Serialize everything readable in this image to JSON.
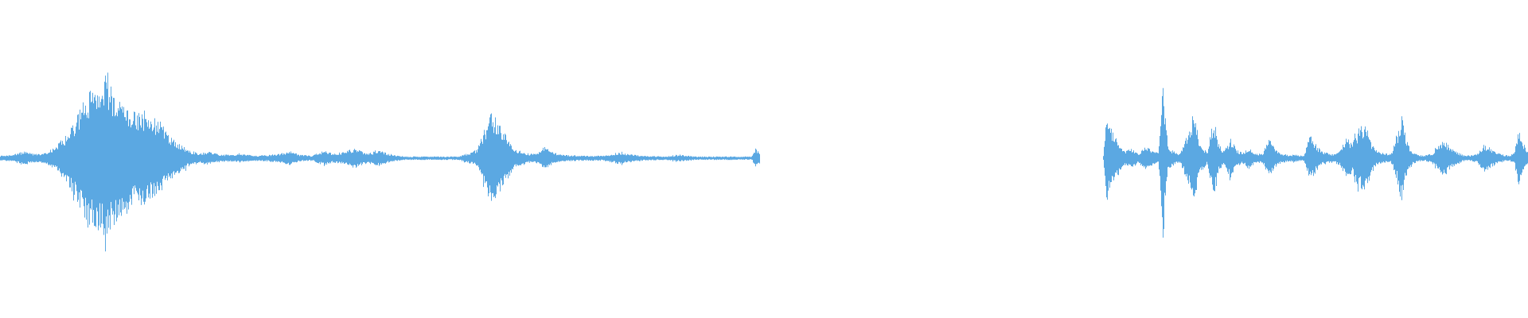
{
  "waveform": {
    "color": "#5ba8e2",
    "background": "#ffffff",
    "segments": [
      {
        "start": 0.0,
        "end": 0.497,
        "envelope": [
          [
            0.0,
            0.03
          ],
          [
            0.008,
            0.04
          ],
          [
            0.015,
            0.08
          ],
          [
            0.022,
            0.05
          ],
          [
            0.03,
            0.06
          ],
          [
            0.036,
            0.14
          ],
          [
            0.042,
            0.25
          ],
          [
            0.048,
            0.42
          ],
          [
            0.053,
            0.6
          ],
          [
            0.058,
            0.78
          ],
          [
            0.062,
            0.82
          ],
          [
            0.066,
            0.88
          ],
          [
            0.07,
            1.0
          ],
          [
            0.074,
            0.82
          ],
          [
            0.078,
            0.66
          ],
          [
            0.082,
            0.7
          ],
          [
            0.086,
            0.58
          ],
          [
            0.09,
            0.52
          ],
          [
            0.094,
            0.55
          ],
          [
            0.098,
            0.5
          ],
          [
            0.103,
            0.46
          ],
          [
            0.108,
            0.34
          ],
          [
            0.113,
            0.22
          ],
          [
            0.118,
            0.16
          ],
          [
            0.124,
            0.09
          ],
          [
            0.13,
            0.06
          ],
          [
            0.136,
            0.08
          ],
          [
            0.142,
            0.05
          ],
          [
            0.15,
            0.04
          ],
          [
            0.158,
            0.05
          ],
          [
            0.166,
            0.03
          ],
          [
            0.175,
            0.04
          ],
          [
            0.182,
            0.05
          ],
          [
            0.19,
            0.08
          ],
          [
            0.196,
            0.04
          ],
          [
            0.204,
            0.03
          ],
          [
            0.212,
            0.09
          ],
          [
            0.218,
            0.05
          ],
          [
            0.226,
            0.08
          ],
          [
            0.232,
            0.12
          ],
          [
            0.24,
            0.06
          ],
          [
            0.248,
            0.09
          ],
          [
            0.256,
            0.04
          ],
          [
            0.265,
            0.02
          ],
          [
            0.28,
            0.02
          ],
          [
            0.3,
            0.02
          ],
          [
            0.312,
            0.1
          ],
          [
            0.318,
            0.4
          ],
          [
            0.322,
            0.55
          ],
          [
            0.326,
            0.42
          ],
          [
            0.33,
            0.3
          ],
          [
            0.334,
            0.18
          ],
          [
            0.338,
            0.1
          ],
          [
            0.344,
            0.06
          ],
          [
            0.35,
            0.05
          ],
          [
            0.356,
            0.14
          ],
          [
            0.36,
            0.08
          ],
          [
            0.368,
            0.04
          ],
          [
            0.38,
            0.03
          ],
          [
            0.395,
            0.03
          ],
          [
            0.405,
            0.07
          ],
          [
            0.412,
            0.05
          ],
          [
            0.42,
            0.03
          ],
          [
            0.435,
            0.02
          ],
          [
            0.445,
            0.04
          ],
          [
            0.455,
            0.02
          ],
          [
            0.47,
            0.02
          ],
          [
            0.485,
            0.02
          ],
          [
            0.492,
            0.02
          ],
          [
            0.494,
            0.12
          ],
          [
            0.497,
            0.06
          ]
        ]
      },
      {
        "start": 0.722,
        "end": 1.0,
        "envelope": [
          [
            0.722,
            0.03
          ],
          [
            0.724,
            0.55
          ],
          [
            0.727,
            0.35
          ],
          [
            0.731,
            0.22
          ],
          [
            0.735,
            0.08
          ],
          [
            0.74,
            0.12
          ],
          [
            0.745,
            0.06
          ],
          [
            0.75,
            0.14
          ],
          [
            0.754,
            0.08
          ],
          [
            0.758,
            0.06
          ],
          [
            0.761,
            0.96
          ],
          [
            0.764,
            0.14
          ],
          [
            0.768,
            0.08
          ],
          [
            0.772,
            0.05
          ],
          [
            0.777,
            0.28
          ],
          [
            0.781,
            0.55
          ],
          [
            0.785,
            0.18
          ],
          [
            0.79,
            0.06
          ],
          [
            0.794,
            0.5
          ],
          [
            0.797,
            0.18
          ],
          [
            0.801,
            0.08
          ],
          [
            0.805,
            0.24
          ],
          [
            0.809,
            0.1
          ],
          [
            0.813,
            0.06
          ],
          [
            0.817,
            0.14
          ],
          [
            0.821,
            0.06
          ],
          [
            0.826,
            0.05
          ],
          [
            0.83,
            0.22
          ],
          [
            0.834,
            0.12
          ],
          [
            0.838,
            0.06
          ],
          [
            0.843,
            0.04
          ],
          [
            0.848,
            0.04
          ],
          [
            0.853,
            0.03
          ],
          [
            0.857,
            0.28
          ],
          [
            0.861,
            0.16
          ],
          [
            0.865,
            0.08
          ],
          [
            0.869,
            0.06
          ],
          [
            0.873,
            0.05
          ],
          [
            0.877,
            0.1
          ],
          [
            0.881,
            0.24
          ],
          [
            0.885,
            0.18
          ],
          [
            0.889,
            0.34
          ],
          [
            0.893,
            0.42
          ],
          [
            0.897,
            0.2
          ],
          [
            0.901,
            0.08
          ],
          [
            0.905,
            0.06
          ],
          [
            0.91,
            0.05
          ],
          [
            0.914,
            0.24
          ],
          [
            0.917,
            0.56
          ],
          [
            0.92,
            0.22
          ],
          [
            0.924,
            0.08
          ],
          [
            0.928,
            0.04
          ],
          [
            0.932,
            0.03
          ],
          [
            0.937,
            0.06
          ],
          [
            0.941,
            0.14
          ],
          [
            0.945,
            0.22
          ],
          [
            0.949,
            0.12
          ],
          [
            0.953,
            0.08
          ],
          [
            0.957,
            0.04
          ],
          [
            0.962,
            0.03
          ],
          [
            0.967,
            0.06
          ],
          [
            0.971,
            0.16
          ],
          [
            0.975,
            0.12
          ],
          [
            0.979,
            0.07
          ],
          [
            0.984,
            0.04
          ],
          [
            0.988,
            0.03
          ],
          [
            0.991,
            0.08
          ],
          [
            0.994,
            0.34
          ],
          [
            0.997,
            0.18
          ],
          [
            1.0,
            0.05
          ]
        ]
      }
    ]
  }
}
